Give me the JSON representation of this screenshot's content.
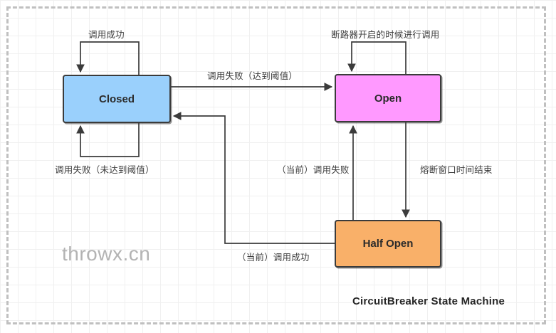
{
  "diagram": {
    "title": "CircuitBreaker State Machine",
    "watermark": "throwx.cn",
    "states": [
      {
        "id": "closed",
        "label": "Closed",
        "color": "#9ad0fc"
      },
      {
        "id": "open",
        "label": "Open",
        "color": "#ff99ff"
      },
      {
        "id": "half-open",
        "label": "Half Open",
        "color": "#f9b069"
      }
    ],
    "transitions": [
      {
        "id": "closed-self-top",
        "from": "closed",
        "to": "closed",
        "label": "调用成功"
      },
      {
        "id": "closed-self-bottom",
        "from": "closed",
        "to": "closed",
        "label": "调用失败（未达到阈值）"
      },
      {
        "id": "closed-to-open",
        "from": "closed",
        "to": "open",
        "label": "调用失败（达到阈值）"
      },
      {
        "id": "open-self",
        "from": "open",
        "to": "open",
        "label": "断路器开启的时候进行调用"
      },
      {
        "id": "half-open-to-open",
        "from": "half-open",
        "to": "open",
        "label": "（当前）调用失败"
      },
      {
        "id": "open-to-half-open",
        "from": "open",
        "to": "half-open",
        "label": "熔断窗口时间结束"
      },
      {
        "id": "half-open-to-closed",
        "from": "half-open",
        "to": "closed",
        "label": "（当前）调用成功"
      }
    ],
    "colors": {
      "stroke": "#3b3b3b",
      "frame": "#c0c0c0",
      "grid": "#f0f0f0",
      "text": "#3d3d3d",
      "watermark": "#b3b3b3"
    }
  }
}
